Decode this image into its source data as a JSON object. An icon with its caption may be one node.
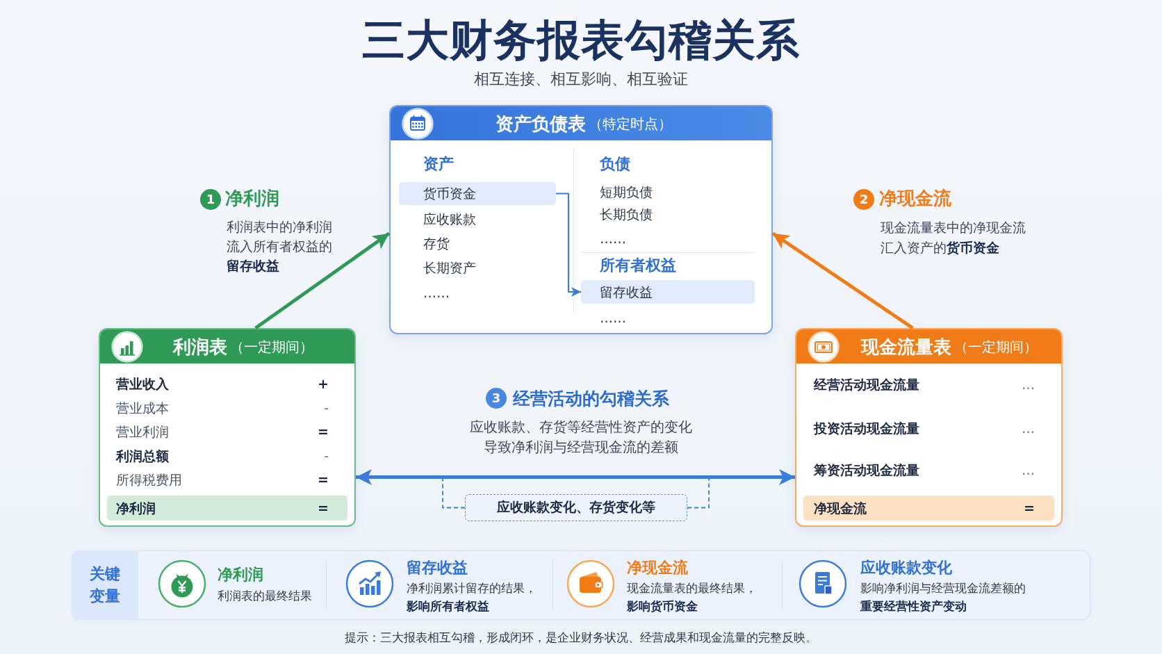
{
  "diagram": {
    "title": "三大财务报表勾稽关系",
    "caption": "提示：三大报表相互勾稽，形成闭环，是企业财务状况、经营成果和现金流量的完整反映。",
    "nodes": [
      {
        "text": [
          "资产负债表",
          "（特定时点）"
        ]
      },
      {
        "text": [
          "资产"
        ],
        "in": 0
      },
      {
        "text": [
          "货币资金"
        ],
        "in": 1
      },
      {
        "text": [
          "应收账款"
        ],
        "in": 1
      },
      {
        "text": [
          "存货"
        ],
        "in": 1
      },
      {
        "text": [
          "长期资产"
        ],
        "in": 1
      },
      {
        "text": [
          "……"
        ],
        "in": 1
      },
      {
        "text": [
          "负债"
        ],
        "in": 0
      },
      {
        "text": [
          "短期负债"
        ],
        "in": 7
      },
      {
        "text": [
          "长期负债"
        ],
        "in": 7
      },
      {
        "text": [
          "……"
        ],
        "in": 7
      },
      {
        "text": [
          "所有者权益"
        ],
        "in": 0
      },
      {
        "text": [
          "留存收益"
        ],
        "in": 11
      },
      {
        "text": [
          "……"
        ],
        "in": 11
      },
      {
        "text": [
          "利润表",
          "（一定期间）"
        ]
      },
      {
        "text": [
          "营业收入",
          "+"
        ],
        "in": 14
      },
      {
        "text": [
          "营业成本",
          "-"
        ],
        "in": 14
      },
      {
        "text": [
          "营业利润",
          "="
        ],
        "in": 14
      },
      {
        "text": [
          "利润总额",
          "-"
        ],
        "in": 14
      },
      {
        "text": [
          "所得税费用",
          "="
        ],
        "in": 14
      },
      {
        "text": [
          "净利润",
          "="
        ],
        "in": 14
      },
      {
        "text": [
          "现金流量表",
          "（一定期间）"
        ]
      },
      {
        "text": [
          "经营活动现金流量",
          "…"
        ],
        "in": 21
      },
      {
        "text": [
          "投资活动现金流量",
          "…"
        ],
        "in": 21
      },
      {
        "text": [
          "筹资活动现金流量",
          "…"
        ],
        "in": 21
      },
      {
        "text": [
          "净现金流",
          "="
        ],
        "in": 21
      },
      {
        "text": [
          "应收账款变化、存货变化等"
        ]
      }
    ],
    "edges": [
      {
        "from": 14,
        "to": 0,
        "arrow": "to",
        "style": "thick",
        "color": "#2e9a55"
      },
      {
        "from": 21,
        "to": 0,
        "arrow": "to",
        "style": "thick",
        "color": "#f07b17"
      },
      {
        "from": 2,
        "to": 12,
        "arrow": "to"
      },
      {
        "from": 14,
        "to": 21,
        "arrow": "both",
        "style": "thick"
      },
      {
        "from": 26,
        "to": null,
        "arrow": "none",
        "style": "dashed"
      },
      {
        "from": 26,
        "to": null,
        "arrow": "none",
        "style": "dashed"
      }
    ],
    "labels": [
      "相互连接、相互影响、相互验证",
      "1",
      "净利润",
      "利润表中的净利润流入所有者权益的**留存收益**",
      "2",
      "净现金流",
      "现金流量表中的净现金流汇入资产的**货币资金**",
      "3",
      "经营活动的勾稽关系",
      "应收账款、存货等经营性资产的变化导致净利润与经营现金流的差额",
      "关键变量",
      "净利润",
      "利润表的最终结果",
      "留存收益",
      "净利润累计留存的结果，**影响所有者权益**",
      "净现金流",
      "现金流量表的最终结果，**影响货币资金**",
      "应收账款变化",
      "影响净利润与经营现金流差额的**重要经营性资产变动**"
    ]
  }
}
